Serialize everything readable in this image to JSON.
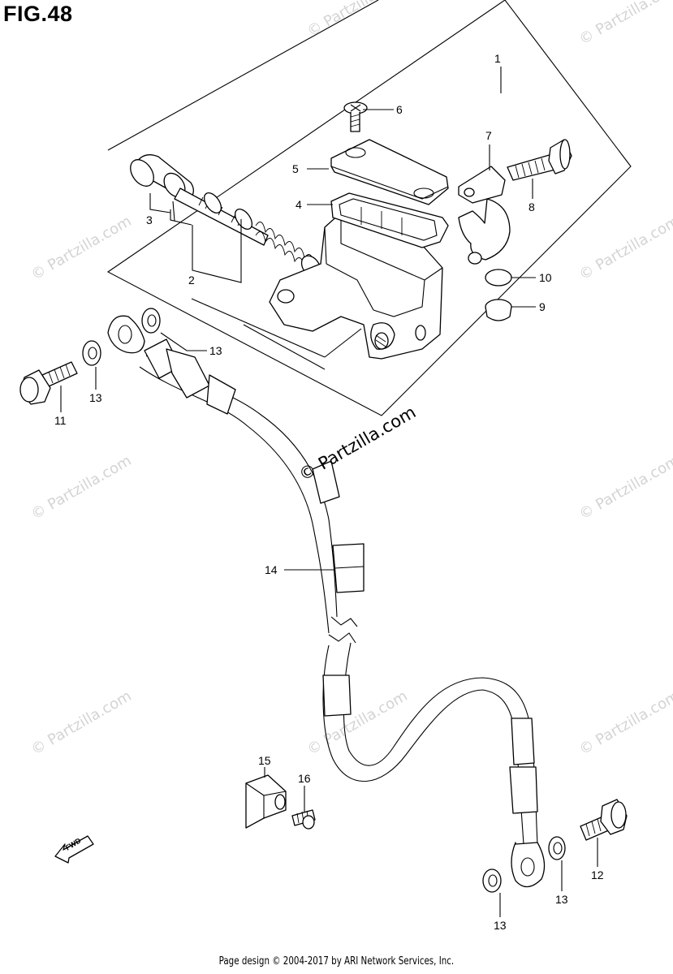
{
  "figure": {
    "title": "FIG.48"
  },
  "watermark": {
    "main": "© Partzilla.com",
    "faint": "© Partzilla.com"
  },
  "footer": {
    "text": "Page design © 2004-2017 by ARI Network Services, Inc."
  },
  "fwd_arrow": {
    "label": "FWD"
  },
  "callouts": {
    "p1": "1",
    "p2": "2",
    "p3": "3",
    "p4": "4",
    "p5": "5",
    "p6": "6",
    "p7": "7",
    "p8": "8",
    "p9": "9",
    "p10": "10",
    "p11": "11",
    "p12": "12",
    "p13a": "13",
    "p13b": "13",
    "p13c": "13",
    "p13d": "13",
    "p14": "14",
    "p15": "15",
    "p16": "16"
  }
}
